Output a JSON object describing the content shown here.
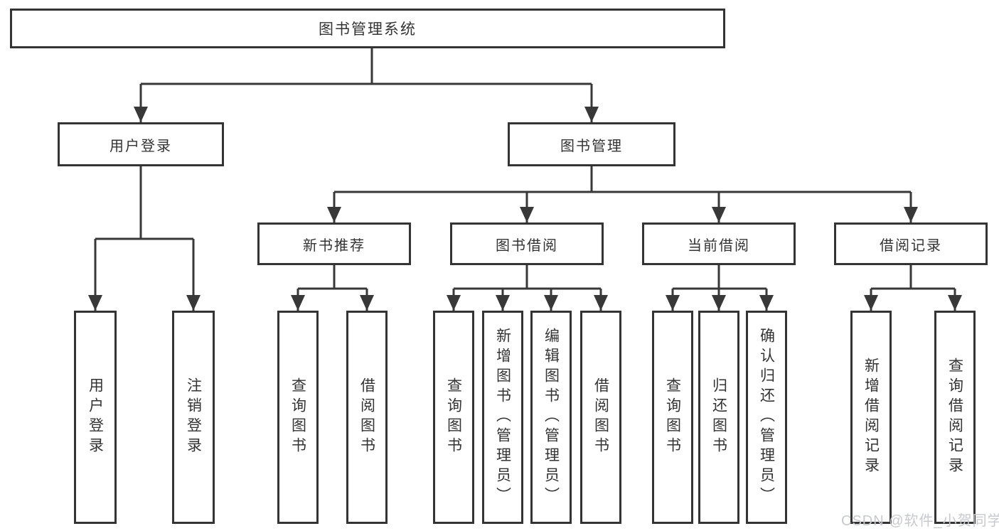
{
  "diagram": {
    "root": "图书管理系统",
    "branches": [
      {
        "label": "用户登录",
        "leaves": [
          "用户登录",
          "注销登录"
        ]
      },
      {
        "label": "图书管理",
        "children": [
          {
            "label": "新书推荐",
            "leaves": [
              "查询图书",
              "借阅图书"
            ]
          },
          {
            "label": "图书借阅",
            "leaves": [
              "查询图书",
              "新增图书（管理员）",
              "编辑图书（管理员）",
              "借阅图书"
            ]
          },
          {
            "label": "当前借阅",
            "leaves": [
              "查询图书",
              "归还图书",
              "确认归还（管理员）"
            ]
          },
          {
            "label": "借阅记录",
            "leaves": [
              "新增借阅记录",
              "查询借阅记录"
            ]
          }
        ]
      }
    ]
  },
  "watermark": "CSDN @软件_小贺同学",
  "colors": {
    "line": "#383838",
    "text": "#333333",
    "box_background": "#ffffff",
    "watermark": "#c6c9ce"
  }
}
